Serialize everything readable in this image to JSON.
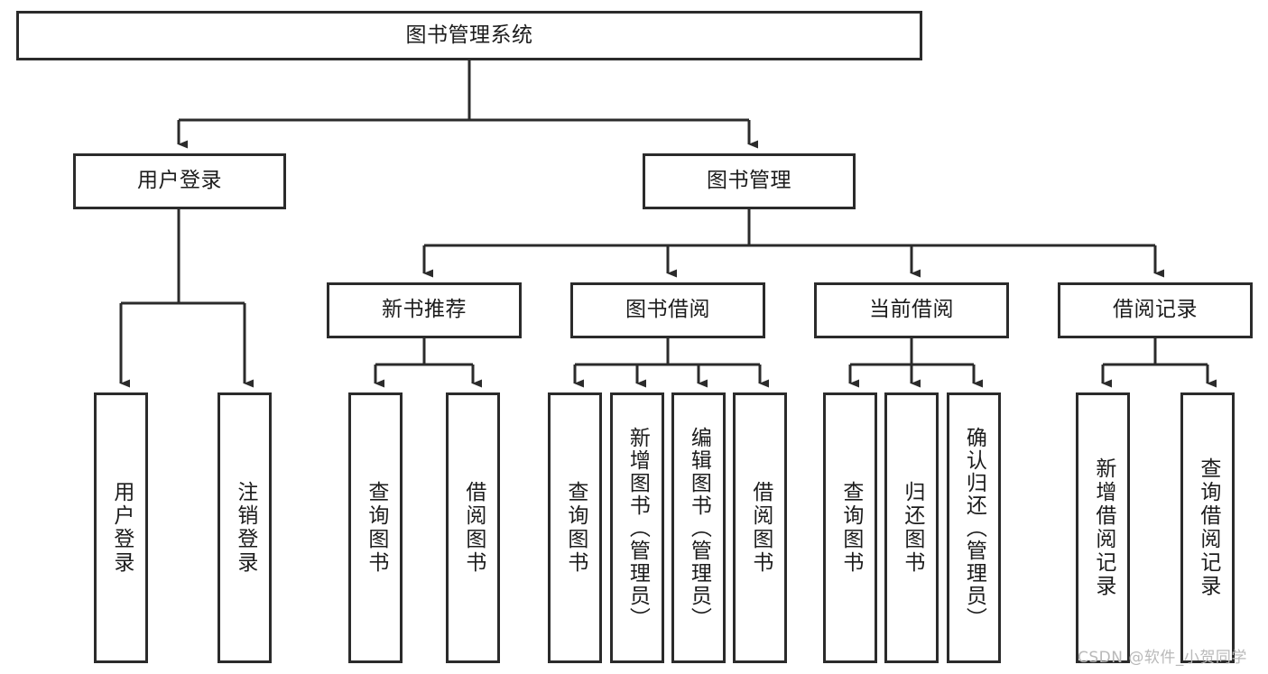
{
  "diagram": {
    "type": "tree",
    "title": "图书管理系统",
    "root": {
      "id": "root",
      "label": "图书管理系统"
    },
    "level2": [
      {
        "id": "user-login",
        "label": "用户登录"
      },
      {
        "id": "book-manage",
        "label": "图书管理"
      }
    ],
    "level3": [
      {
        "id": "new-book-recommend",
        "label": "新书推荐",
        "parent": "book-manage"
      },
      {
        "id": "book-borrow",
        "label": "图书借阅",
        "parent": "book-manage"
      },
      {
        "id": "current-borrow",
        "label": "当前借阅",
        "parent": "book-manage"
      },
      {
        "id": "borrow-record",
        "label": "借阅记录",
        "parent": "book-manage"
      }
    ],
    "leaves": {
      "user_login": [
        {
          "id": "leaf-user-login",
          "label": "用户登录"
        },
        {
          "id": "leaf-user-logout",
          "label": "注销登录"
        }
      ],
      "new_book_recommend": [
        {
          "id": "leaf-query-book-1",
          "label": "查询图书"
        },
        {
          "id": "leaf-borrow-book-1",
          "label": "借阅图书"
        }
      ],
      "book_borrow": [
        {
          "id": "leaf-query-book-2",
          "label": "查询图书"
        },
        {
          "id": "leaf-add-book",
          "label": "新增图书（管理员）"
        },
        {
          "id": "leaf-edit-book",
          "label": "编辑图书（管理员）"
        },
        {
          "id": "leaf-borrow-book-2",
          "label": "借阅图书"
        }
      ],
      "current_borrow": [
        {
          "id": "leaf-query-book-3",
          "label": "查询图书"
        },
        {
          "id": "leaf-return-book",
          "label": "归还图书"
        },
        {
          "id": "leaf-confirm-return",
          "label": "确认归还（管理员）"
        }
      ],
      "borrow_record": [
        {
          "id": "leaf-add-record",
          "label": "新增借阅记录"
        },
        {
          "id": "leaf-query-record",
          "label": "查询借阅记录"
        }
      ]
    },
    "colors": {
      "background": "#ffffff",
      "node_border": "#2b2b2b",
      "node_fill": "#ffffff",
      "text": "#1c1c1c",
      "edge": "#2b2b2b",
      "watermark": "#b9b9b9"
    }
  },
  "watermark": {
    "text": "CSDN @软件_小贺同学"
  }
}
